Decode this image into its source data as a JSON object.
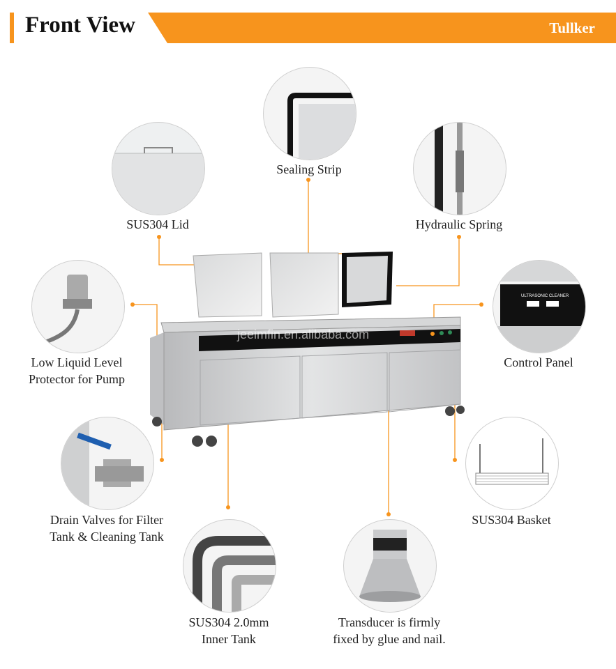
{
  "header": {
    "title": "Front View",
    "brand": "Tullker"
  },
  "machine": {
    "watermark": "jeeimfin.en.alibaba.com",
    "panel_title": "ULTRASONIC CLEANER"
  },
  "callouts": {
    "lid": "SUS304 Lid",
    "sealing_strip": "Sealing Strip",
    "hydraulic_spring": "Hydraulic Spring",
    "low_liquid": [
      "Low Liquid Level",
      "Protector for Pump"
    ],
    "control_panel": "Control Panel",
    "drain_valves": [
      "Drain Valves for Filter",
      "Tank & Cleaning Tank"
    ],
    "basket": "SUS304 Basket",
    "inner_tank": [
      "SUS304 2.0mm",
      "Inner Tank"
    ],
    "transducer": [
      "Transducer is firmly",
      "fixed by glue and nail."
    ]
  },
  "colors": {
    "accent": "#f7941d",
    "steel": "#c8c9cb",
    "panel": "#111111"
  }
}
